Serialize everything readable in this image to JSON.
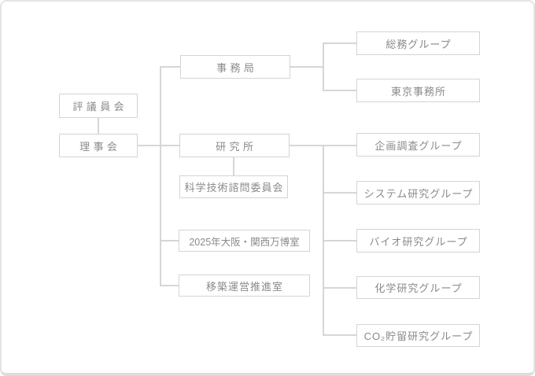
{
  "colors": {
    "background": "#ffffff",
    "frame_border": "#e4e4e4",
    "box_border": "#d4d4d4",
    "connector": "#d6d6d6",
    "text": "#8a8a8a"
  },
  "org_chart": {
    "nodes": {
      "hyogiinkai": {
        "label": "評議員会"
      },
      "rijikai": {
        "label": "理事会"
      },
      "jimukyoku": {
        "label": "事務局"
      },
      "kenkyusho": {
        "label": "研究所"
      },
      "shimon": {
        "label": "科学技術諮問委員会"
      },
      "expo": {
        "label": "2025年大阪・関西万博室"
      },
      "ichiku": {
        "label": "移築運営推進室"
      },
      "somu": {
        "label": "総務グループ"
      },
      "tokyo": {
        "label": "東京事務所"
      },
      "kikaku": {
        "label": "企画調査グループ"
      },
      "system": {
        "label": "システム研究グループ"
      },
      "bio": {
        "label": "バイオ研究グループ"
      },
      "kagaku": {
        "label": "化学研究グループ"
      },
      "co2": {
        "label": "CO₂貯留研究グループ"
      }
    },
    "edges": [
      [
        "hyogiinkai",
        "rijikai"
      ],
      [
        "rijikai",
        "jimukyoku"
      ],
      [
        "rijikai",
        "kenkyusho"
      ],
      [
        "rijikai",
        "expo"
      ],
      [
        "rijikai",
        "ichiku"
      ],
      [
        "kenkyusho",
        "shimon"
      ],
      [
        "jimukyoku",
        "somu"
      ],
      [
        "jimukyoku",
        "tokyo"
      ],
      [
        "kenkyusho",
        "kikaku"
      ],
      [
        "kenkyusho",
        "system"
      ],
      [
        "kenkyusho",
        "bio"
      ],
      [
        "kenkyusho",
        "kagaku"
      ],
      [
        "kenkyusho",
        "co2"
      ]
    ]
  }
}
